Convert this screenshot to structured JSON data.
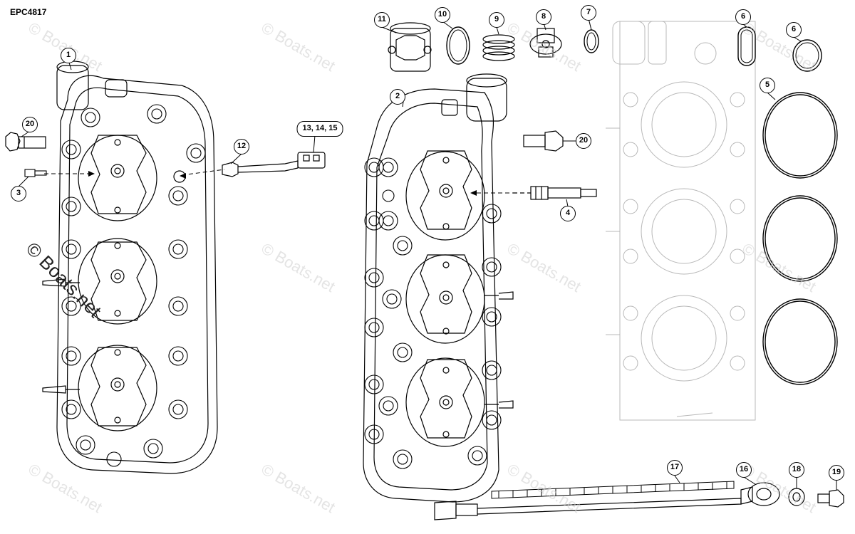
{
  "diagram_code": "EPC4817",
  "callouts": [
    "1",
    "2",
    "3",
    "4",
    "5",
    "6",
    "6",
    "7",
    "8",
    "9",
    "10",
    "11",
    "12",
    "13, 14, 15",
    "16",
    "17",
    "18",
    "19",
    "20",
    "20"
  ],
  "watermark": "© Boats.net",
  "colors": {
    "line": "#000000",
    "ghost": "#b8b8b8",
    "watermark": "#cfcfcf"
  }
}
